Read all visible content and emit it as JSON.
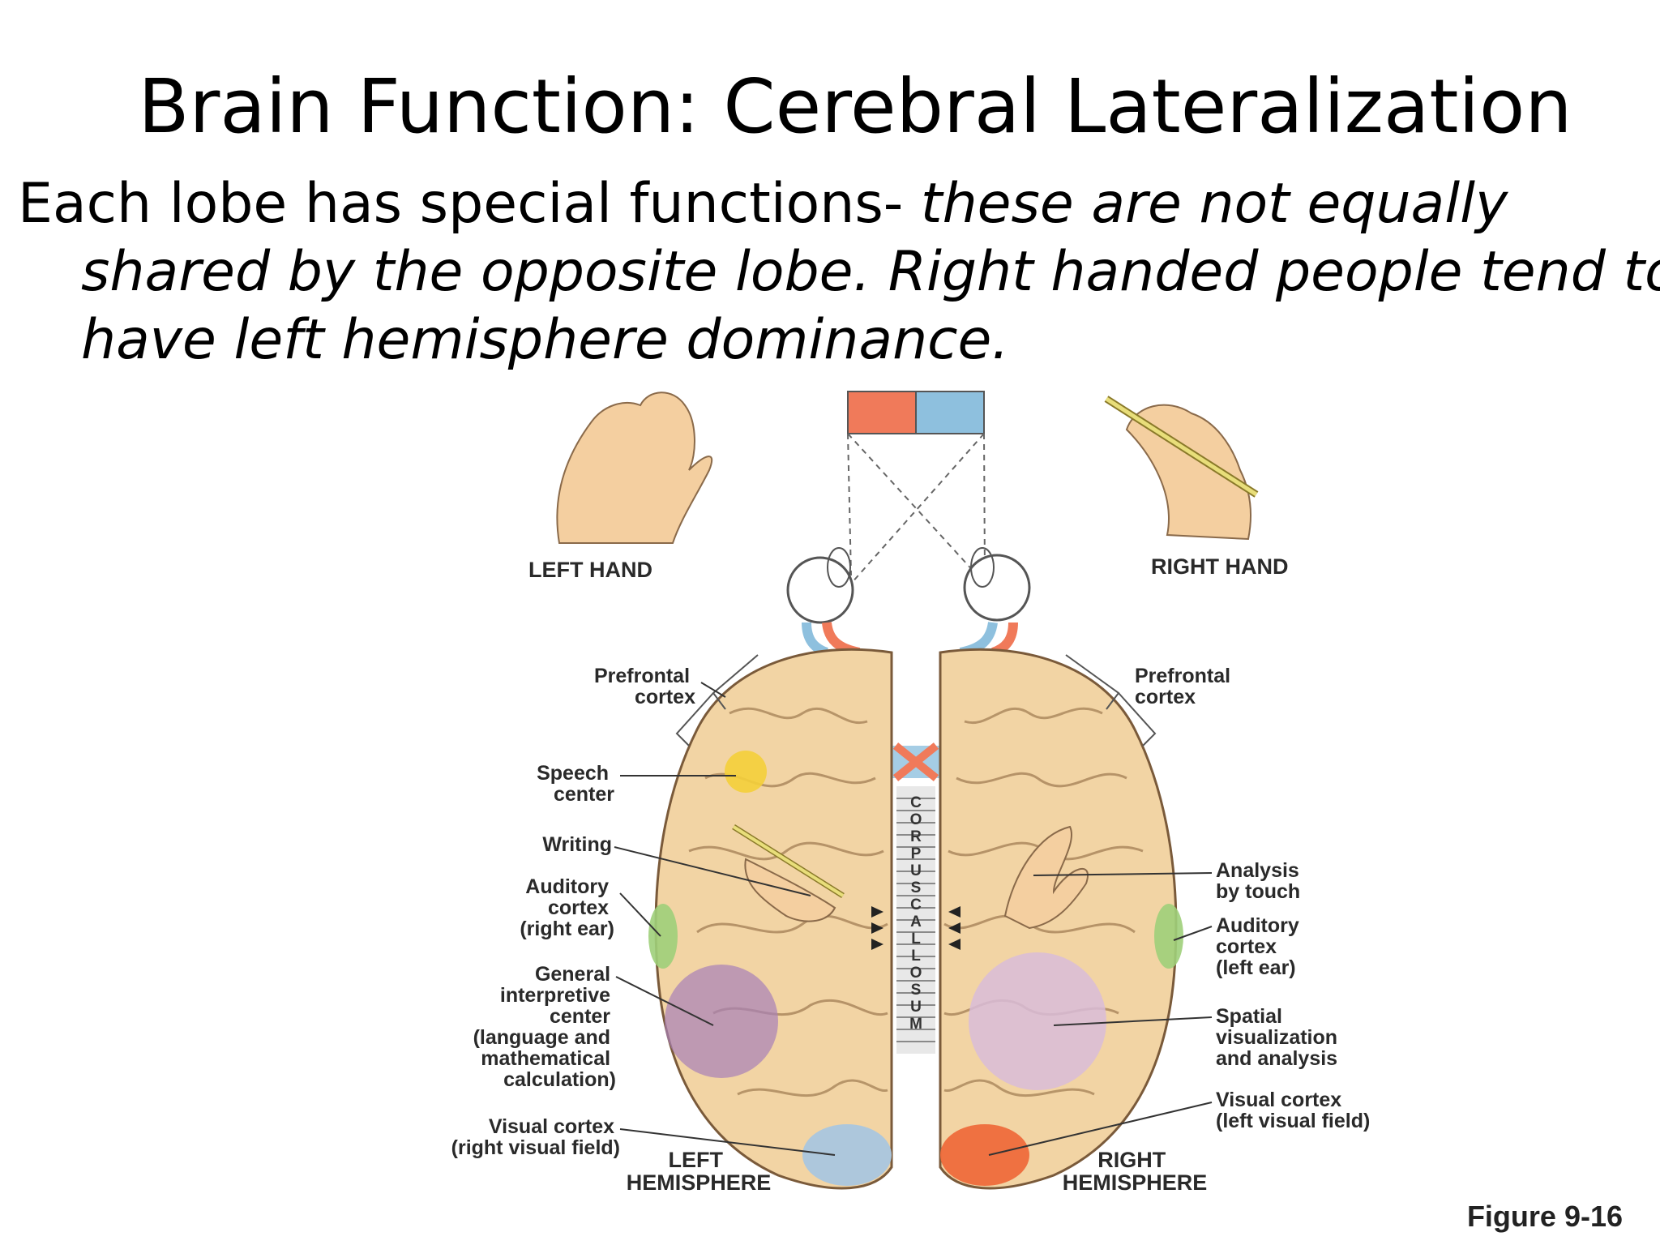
{
  "title": "Brain Function: Cerebral Lateralization",
  "body": {
    "plain": "Each lobe has special functions- ",
    "italic": "these are not equally shared by the opposite lobe. Right handed people tend to have left hemisphere dominance."
  },
  "diagram": {
    "left_hand": "LEFT HAND",
    "right_hand": "RIGHT HAND",
    "left_hemisphere": [
      "LEFT",
      "HEMISPHERE"
    ],
    "right_hemisphere": [
      "RIGHT",
      "HEMISPHERE"
    ],
    "corpus_callosum_letters": [
      "C",
      "O",
      "R",
      "P",
      "U",
      "S",
      "C",
      "A",
      "L",
      "L",
      "O",
      "S",
      "U",
      "M"
    ],
    "left_labels": {
      "prefrontal": [
        "Prefrontal",
        "cortex"
      ],
      "speech": [
        "Speech",
        "center"
      ],
      "writing": [
        "Writing"
      ],
      "auditory": [
        "Auditory",
        "cortex",
        "(right ear)"
      ],
      "interpretive": [
        "General",
        "interpretive",
        "center",
        "(language and",
        "mathematical",
        "calculation)"
      ],
      "visual": [
        "Visual cortex",
        "(right visual field)"
      ]
    },
    "right_labels": {
      "prefrontal": [
        "Prefrontal",
        "cortex"
      ],
      "touch": [
        "Analysis",
        "by touch"
      ],
      "auditory": [
        "Auditory",
        "cortex",
        "(left ear)"
      ],
      "spatial": [
        "Spatial",
        "visualization",
        "and analysis"
      ],
      "visual": [
        "Visual cortex",
        "(left visual field)"
      ]
    },
    "colors": {
      "visual_left_field": "#f07a5a",
      "visual_right_field": "#8ec0de",
      "brain": "#f2d4a4",
      "speech": "#f4cf3a",
      "auditory": "#9fcf7a",
      "interpretive": "#a880b8",
      "spatial": "#d9bcd9",
      "visual_cortex_left": "#a9c6df",
      "visual_cortex_right": "#ee6b3c"
    }
  },
  "figure_label": "Figure 9-16"
}
